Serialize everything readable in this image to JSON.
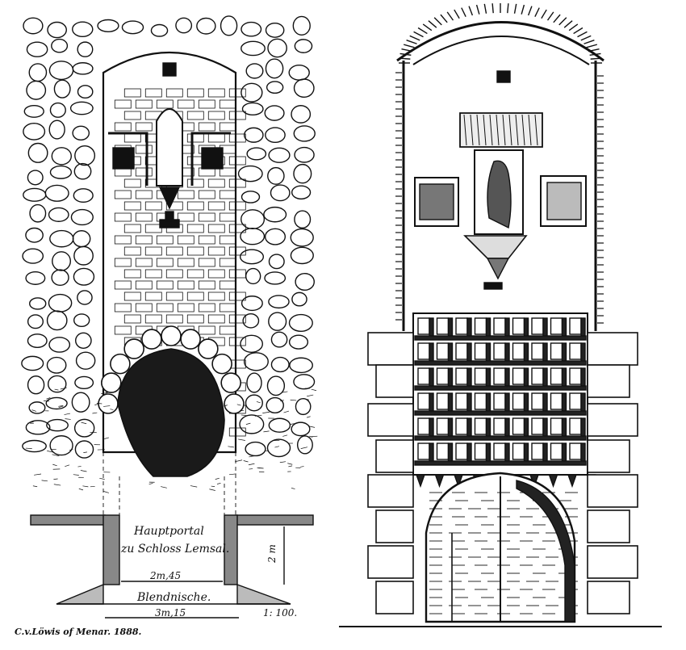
{
  "left_drawing": {
    "portal_title_line1": "Hauptportal",
    "portal_title_line2": "zu Schloss Lemsal.",
    "inner_width": "2m,45",
    "niche_label": "Blendnische.",
    "outer_width": "3m,15",
    "height_label": "2 m",
    "scale": "1: 100.",
    "credit": "C.v.Löwis of Menar. 1888."
  },
  "colors": {
    "ink": "#111111",
    "paper": "#ffffff"
  }
}
